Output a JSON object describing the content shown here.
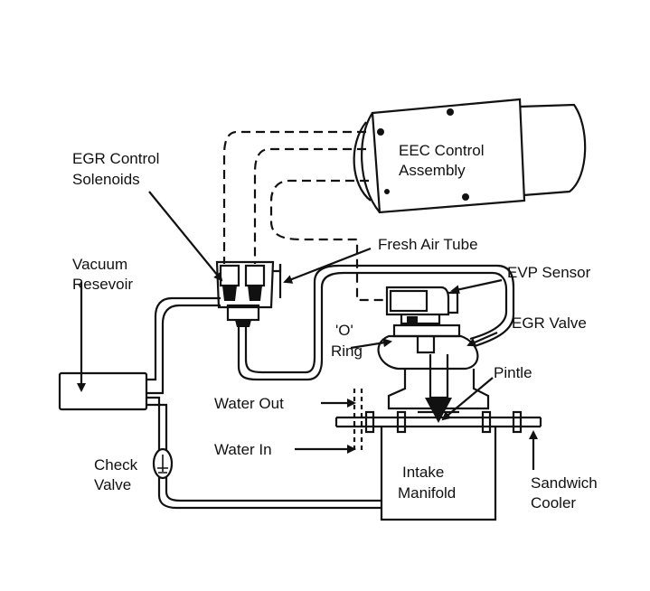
{
  "labels": {
    "egr_control_line1": "EGR Control",
    "egr_control_line2": "Solenoids",
    "eec_line1": "EEC Control",
    "eec_line2": "Assembly",
    "fresh_air_tube": "Fresh Air Tube",
    "vacuum_line1": "Vacuum",
    "vacuum_line2": "Resevoir",
    "evp_sensor": "EVP Sensor",
    "o_ring_line1": "'O'",
    "o_ring_line2": "Ring",
    "egr_valve": "EGR Valve",
    "pintle": "Pintle",
    "water_out": "Water Out",
    "water_in": "Water In",
    "check_line1": "Check",
    "check_line2": "Valve",
    "intake_line1": "Intake",
    "intake_line2": "Manifold",
    "sandwich_line1": "Sandwich",
    "sandwich_line2": "Cooler"
  }
}
